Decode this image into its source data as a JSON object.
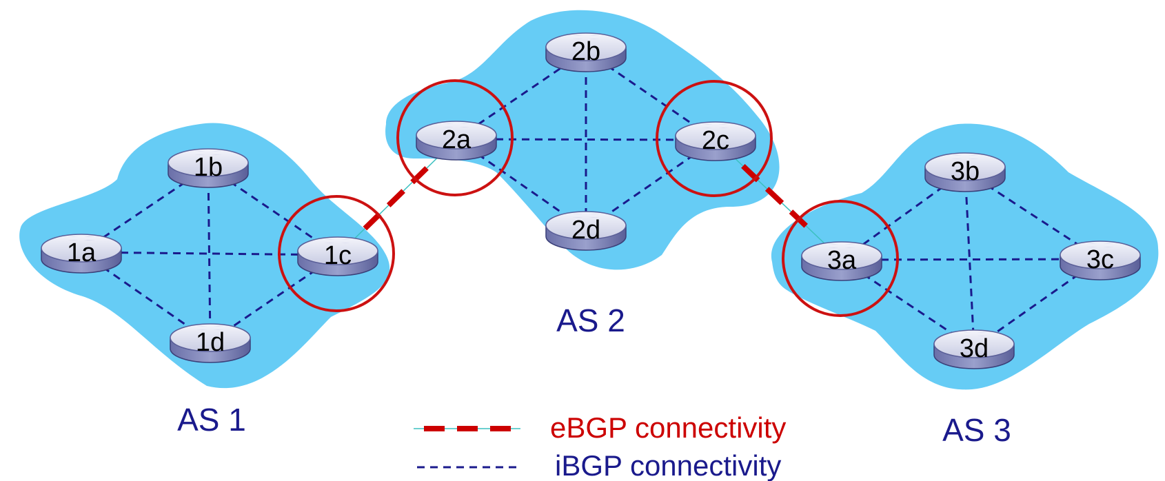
{
  "colors": {
    "cloud": "#66ccf5",
    "ibgp": "#1a1a8c",
    "ebgp": "#cc0000",
    "highlight": "#cc1111",
    "label": "#1a1a8c"
  },
  "autonomous_systems": [
    {
      "label": "AS 1",
      "routers": [
        "1a",
        "1b",
        "1c",
        "1d"
      ]
    },
    {
      "label": "AS 2",
      "routers": [
        "2a",
        "2b",
        "2c",
        "2d"
      ]
    },
    {
      "label": "AS 3",
      "routers": [
        "3a",
        "3b",
        "3c",
        "3d"
      ]
    }
  ],
  "routers": {
    "r1a": "1a",
    "r1b": "1b",
    "r1c": "1c",
    "r1d": "1d",
    "r2a": "2a",
    "r2b": "2b",
    "r2c": "2c",
    "r2d": "2d",
    "r3a": "3a",
    "r3b": "3b",
    "r3c": "3c",
    "r3d": "3d"
  },
  "ibgp_links": [
    [
      "1a",
      "1b"
    ],
    [
      "1a",
      "1c"
    ],
    [
      "1a",
      "1d"
    ],
    [
      "1b",
      "1c"
    ],
    [
      "1b",
      "1d"
    ],
    [
      "1c",
      "1d"
    ],
    [
      "2a",
      "2b"
    ],
    [
      "2a",
      "2c"
    ],
    [
      "2a",
      "2d"
    ],
    [
      "2b",
      "2c"
    ],
    [
      "2b",
      "2d"
    ],
    [
      "2c",
      "2d"
    ],
    [
      "3a",
      "3b"
    ],
    [
      "3a",
      "3c"
    ],
    [
      "3a",
      "3d"
    ],
    [
      "3b",
      "3c"
    ],
    [
      "3b",
      "3d"
    ],
    [
      "3c",
      "3d"
    ]
  ],
  "ebgp_links": [
    [
      "1c",
      "2a"
    ],
    [
      "2c",
      "3a"
    ]
  ],
  "gateway_routers": [
    "1c",
    "2a",
    "2c",
    "3a"
  ],
  "legend": {
    "ebgp_label": "eBGP connectivity",
    "ibgp_label": "iBGP connectivity"
  }
}
